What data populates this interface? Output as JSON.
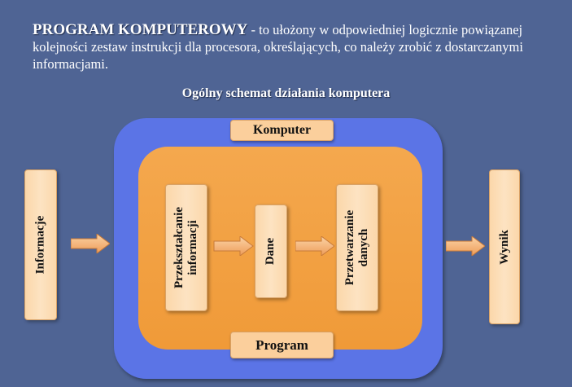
{
  "definition": {
    "term": "PROGRAM KOMPUTEROWY",
    "text": " - to ułożony w odpowiedniej logicznie powiązanej kolejności zestaw instrukcji dla procesora, określających, co należy zrobić z dostarczanymi informacjami."
  },
  "diagram": {
    "title": "Ogólny schemat działania komputera",
    "computer_label": "Komputer",
    "program_label": "Program",
    "input": "Informacje",
    "transform_line1": "Przekształcanie",
    "transform_line2": "informacji",
    "data": "Dane",
    "process_line1": "Przetwarzanie",
    "process_line2": "danych",
    "output": "Wynik"
  },
  "colors": {
    "background": "#4f6494",
    "computer_outer": "#5b74e6",
    "computer_inner": "#f09a38",
    "box_fill": "#fbd7aa",
    "arrow_fill": "#f4b47a"
  }
}
